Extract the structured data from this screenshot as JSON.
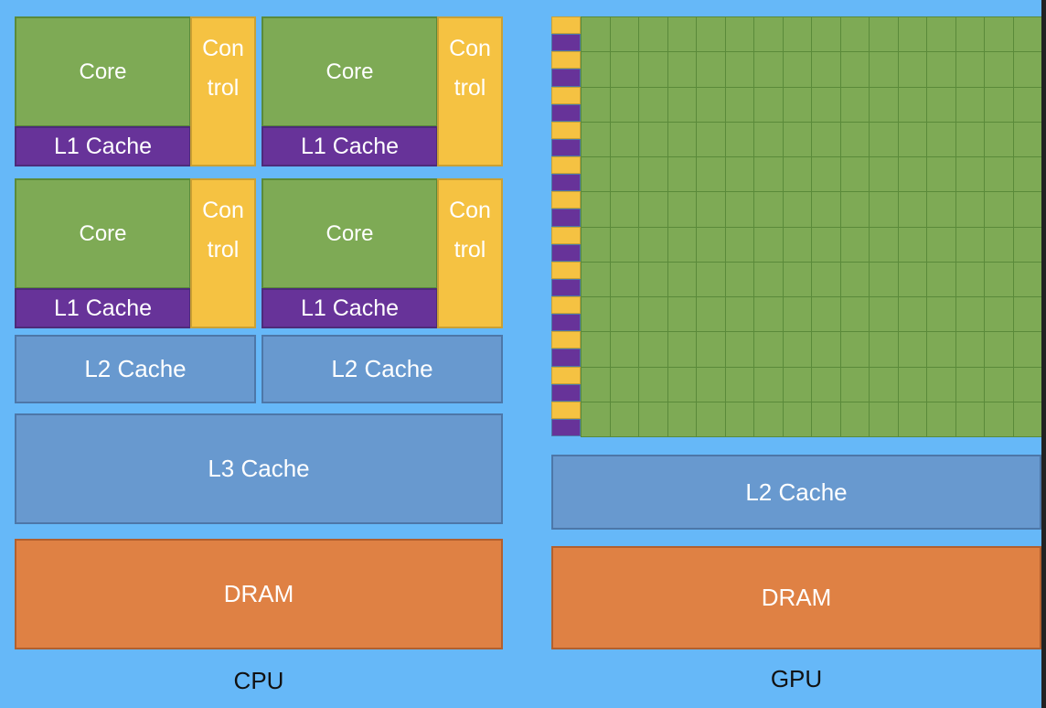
{
  "diagram": {
    "title": "CPU vs GPU architecture",
    "colors": {
      "background": "#66b8f8",
      "core": "#7eaa55",
      "l1_cache": "#673399",
      "control": "#f5c242",
      "cache": "#6899cf",
      "dram": "#df8144"
    },
    "cpu": {
      "caption": "CPU",
      "core_blocks": [
        {
          "core": "Core",
          "l1": "L1 Cache",
          "control_line1": "Con",
          "control_line2": "trol"
        },
        {
          "core": "Core",
          "l1": "L1 Cache",
          "control_line1": "Con",
          "control_line2": "trol"
        },
        {
          "core": "Core",
          "l1": "L1 Cache",
          "control_line1": "Con",
          "control_line2": "trol"
        },
        {
          "core": "Core",
          "l1": "L1 Cache",
          "control_line1": "Con",
          "control_line2": "trol"
        }
      ],
      "l2_caches": [
        "L2 Cache",
        "L2 Cache"
      ],
      "l3_cache": "L3 Cache",
      "dram": "DRAM"
    },
    "gpu": {
      "caption": "GPU",
      "grid": {
        "rows": 12,
        "core_columns": 16
      },
      "l2_cache": "L2 Cache",
      "dram": "DRAM"
    }
  }
}
